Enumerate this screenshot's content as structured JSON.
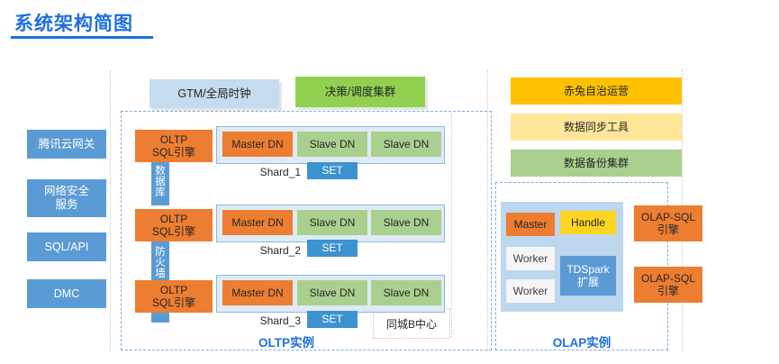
{
  "title": "系统架构简图",
  "top_capsules": [
    {
      "name": "gtm",
      "label": "GTM/全局时钟"
    },
    {
      "name": "scheduler",
      "label": "决策/调度集群"
    }
  ],
  "left_column": {
    "items": [
      {
        "label": "腾讯云网关"
      },
      {
        "label": "网络安全\n服务"
      },
      {
        "label": "SQL/API"
      },
      {
        "label": "DMC"
      }
    ]
  },
  "oltp": {
    "instance_label": "OLTP实例",
    "engine_label": "OLTP\nSQL引擎",
    "firewall_bar": {
      "upper_chars": [
        "数",
        "据",
        "库"
      ],
      "lower_chars": [
        "防",
        "火",
        "墙"
      ]
    },
    "secondary_center_label": "同城B中心",
    "shards": [
      {
        "name": "Shard_1",
        "nodes": [
          {
            "label": "Master DN",
            "role": "master"
          },
          {
            "label": "Slave DN",
            "role": "slave"
          },
          {
            "label": "Slave DN",
            "role": "slave"
          }
        ],
        "set_label": "SET"
      },
      {
        "name": "Shard_2",
        "nodes": [
          {
            "label": "Master DN",
            "role": "master"
          },
          {
            "label": "Slave DN",
            "role": "slave"
          },
          {
            "label": "Slave DN",
            "role": "slave"
          }
        ],
        "set_label": "SET"
      },
      {
        "name": "Shard_3",
        "nodes": [
          {
            "label": "Master DN",
            "role": "master"
          },
          {
            "label": "Slave DN",
            "role": "slave"
          },
          {
            "label": "Slave DN",
            "role": "slave"
          }
        ],
        "set_label": "SET"
      }
    ]
  },
  "right_stack": {
    "items": [
      {
        "label": "赤兔自治运营",
        "color": "#FFC000"
      },
      {
        "label": "数据同步工具",
        "color": "#FFE699"
      },
      {
        "label": "数据备份集群",
        "color": "#A9D08E"
      }
    ]
  },
  "olap": {
    "instance_label": "OLAP实例",
    "cluster": {
      "master": "Master",
      "handle": "Handle",
      "workers": [
        "Worker",
        "Worker"
      ],
      "spark": "TDSpark扩展"
    },
    "engines": [
      {
        "label": "OLAP-SQL\n引擎"
      },
      {
        "label": "OLAP-SQL\n引擎"
      }
    ]
  },
  "colors": {
    "accent_blue": "#1D6FE0",
    "orange": "#ED7D31",
    "green": "#A9D08E",
    "blue": "#5B9BD5",
    "light_blue_fill": "#DEEBF7",
    "amber": "#FFC000",
    "pale_yellow": "#FFE699"
  }
}
